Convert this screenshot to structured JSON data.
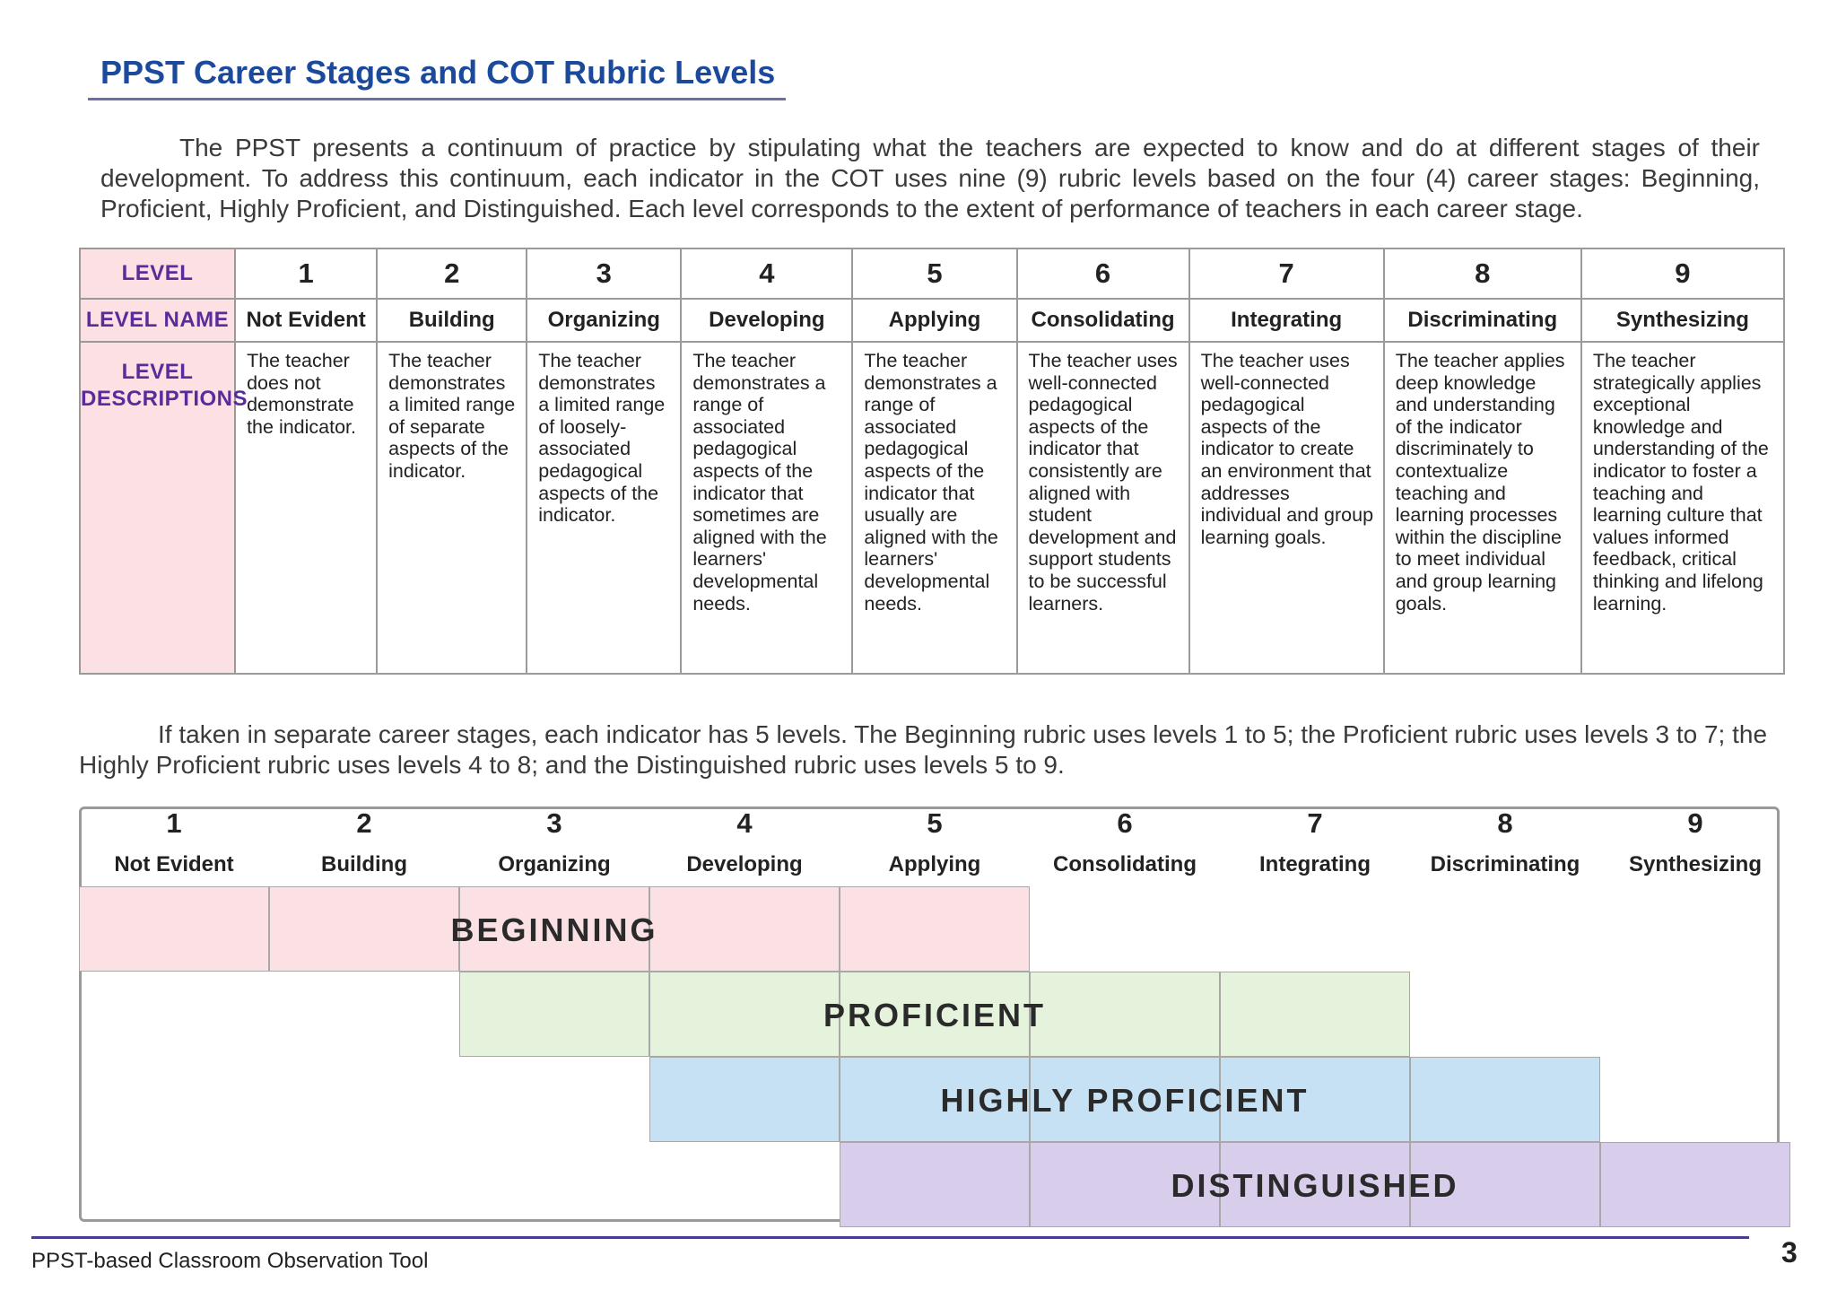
{
  "title": "PPST Career Stages and COT Rubric Levels",
  "intro": "The PPST presents a continuum of practice by stipulating what the teachers are expected to know and do at different stages of their development. To address this continuum, each indicator in the COT uses nine (9) rubric levels based on the four (4) career stages: Beginning, Proficient, Highly Proficient, and Distinguished. Each level corresponds to the extent of performance of teachers in each career stage.",
  "table": {
    "header_level": "LEVEL",
    "header_name": "LEVEL NAME",
    "header_desc_line1": "LEVEL",
    "header_desc_line2": "DESCRIPTIONS",
    "header_color": "#fbe0e4",
    "levels": [
      {
        "num": "1",
        "name": "Not Evident",
        "desc": "The teacher does not demonstrate the indicator."
      },
      {
        "num": "2",
        "name": "Building",
        "desc": "The teacher demonstrates a limited range of separate aspects of the indicator."
      },
      {
        "num": "3",
        "name": "Organizing",
        "desc": "The teacher demonstrates a limited range of loosely-associated pedagogical aspects of the indicator."
      },
      {
        "num": "4",
        "name": "Developing",
        "desc": "The teacher demonstrates a range of associated pedagogical aspects of the indicator that sometimes are aligned with the learners' developmental needs."
      },
      {
        "num": "5",
        "name": "Applying",
        "desc": "The teacher demonstrates a range of associated pedagogical aspects of the indicator that usually are aligned with the learners' developmental needs."
      },
      {
        "num": "6",
        "name": "Consolidating",
        "desc": "The teacher uses well-connected pedagogical aspects of the indicator that consistently are aligned with student development and support students to be successful learners."
      },
      {
        "num": "7",
        "name": "Integrating",
        "desc": "The teacher uses well-connected pedagogical aspects of the indicator to create an environment that addresses individual and group learning goals."
      },
      {
        "num": "8",
        "name": "Discriminating",
        "desc": "The teacher applies deep knowledge and understanding of the indicator discriminately to contextualize teaching and learning processes within the discipline to meet individual and group learning goals."
      },
      {
        "num": "9",
        "name": "Synthesizing",
        "desc": "The teacher strategically applies exceptional knowledge and understanding of the indicator to foster a teaching and learning culture that values informed feedback, critical thinking and lifelong learning."
      }
    ]
  },
  "para2": "If taken in separate career stages, each indicator has 5 levels. The Beginning rubric uses levels 1 to 5; the Proficient rubric uses levels 3 to 7; the Highly Proficient rubric uses levels 4 to 8; and the Distinguished rubric uses levels 5 to 9.",
  "stages": [
    {
      "name": "BEGINNING",
      "from": 1,
      "to": 5,
      "color": "#fbe0e4"
    },
    {
      "name": "PROFICIENT",
      "from": 3,
      "to": 7,
      "color": "#e5f3dc"
    },
    {
      "name": "HIGHLY PROFICIENT",
      "from": 4,
      "to": 8,
      "color": "#c7e1f4"
    },
    {
      "name": "DISTINGUISHED",
      "from": 5,
      "to": 9,
      "color": "#d8cdea"
    }
  ],
  "footer": {
    "text": "PPST-based Classroom Observation Tool",
    "page": "3"
  }
}
